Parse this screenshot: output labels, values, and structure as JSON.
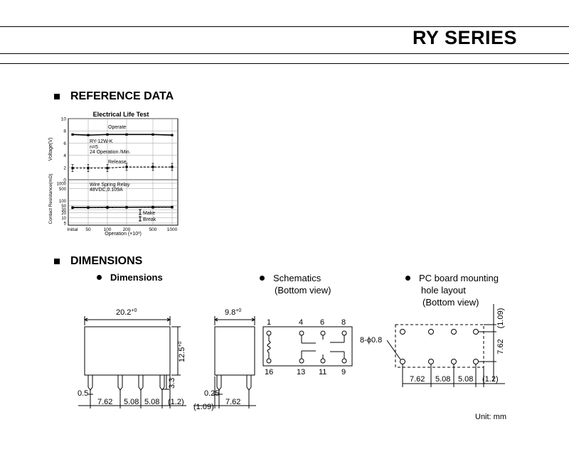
{
  "header": {
    "title": "RY SERIES"
  },
  "reference": {
    "heading": "REFERENCE DATA",
    "chart_data": {
      "type": "line",
      "title": "Electrical Life Test",
      "xlabel": "Operation (×10³)",
      "x_ticks": [
        "Initial",
        "50",
        "100",
        "200",
        "500",
        "1000"
      ],
      "upper_panel": {
        "ylabel": "Voltage(V)",
        "y_ticks": [
          "10",
          "8",
          "6",
          "4",
          "2",
          "0"
        ],
        "ylim": [
          0,
          10
        ],
        "series": [
          {
            "name": "Operate",
            "values": [
              7.4,
              7.3,
              7.4,
              7.4,
              7.4,
              7.3
            ]
          },
          {
            "name": "Release",
            "values": [
              1.9,
              1.9,
              1.9,
              2.1,
              2.1,
              2.1
            ]
          }
        ]
      },
      "lower_panel": {
        "ylabel": "Contact Resistance(mΩ)",
        "y_ticks": [
          "1000",
          "500",
          "100",
          "50",
          "30",
          "20",
          "10",
          "5"
        ],
        "scale": "log",
        "series": [
          {
            "name": "Make",
            "values": [
              40,
              40,
              41,
              41,
              42,
              42
            ]
          },
          {
            "name": "Break",
            "values": [
              38,
              39,
              39,
              40,
              40,
              41
            ]
          }
        ]
      },
      "annotations": [
        "RY-12W-K",
        "n=5",
        "24 Operation /Min.",
        "Wire Spring Relay",
        "48VDC,0.109A"
      ],
      "legend": [
        "Make",
        "Break"
      ]
    }
  },
  "dimensions": {
    "heading": "DIMENSIONS",
    "dimensions_label": "Dimensions",
    "schematics_label": [
      "Schematics",
      "(Bottom view)"
    ],
    "pcb_label": [
      "PC board mounting",
      "hole layout",
      "(Bottom view)"
    ],
    "front": {
      "width": "20.2",
      "width_tol": "+0",
      "height": "12.5",
      "height_tol": "+0",
      "pin_len": "3.3",
      "pin_w": "0.5",
      "pitch": [
        "7.62",
        "5.08",
        "5.08",
        "(1.2)"
      ]
    },
    "side": {
      "width": "9.8",
      "width_tol": "+0",
      "pin_w": "0.25",
      "offset": "(1.09)",
      "pitch": "7.62"
    },
    "schematic_pins": [
      "1",
      "4",
      "6",
      "8",
      "16",
      "13",
      "11",
      "9"
    ],
    "pcb": {
      "hole": "8-ϕ0.8",
      "top_offset": "(1.09)",
      "row_pitch": "7.62",
      "pitch": [
        "7.62",
        "5.08",
        "5.08",
        "(1.2)"
      ]
    },
    "unit": "Unit: mm"
  }
}
